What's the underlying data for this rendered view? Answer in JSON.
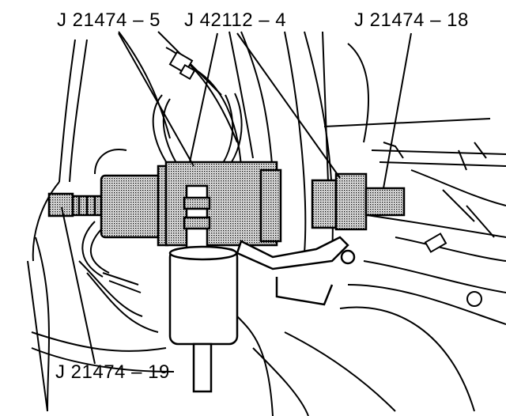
{
  "callouts": {
    "j21474_5": "J 21474 – 5",
    "j42112_4": "J 42112 – 4",
    "j21474_18": "J 21474 – 18",
    "j21474_19": "J 21474 – 19"
  },
  "colors": {
    "line": "#000000",
    "tool_fill": "#bdbdbd",
    "background": "#ffffff"
  }
}
